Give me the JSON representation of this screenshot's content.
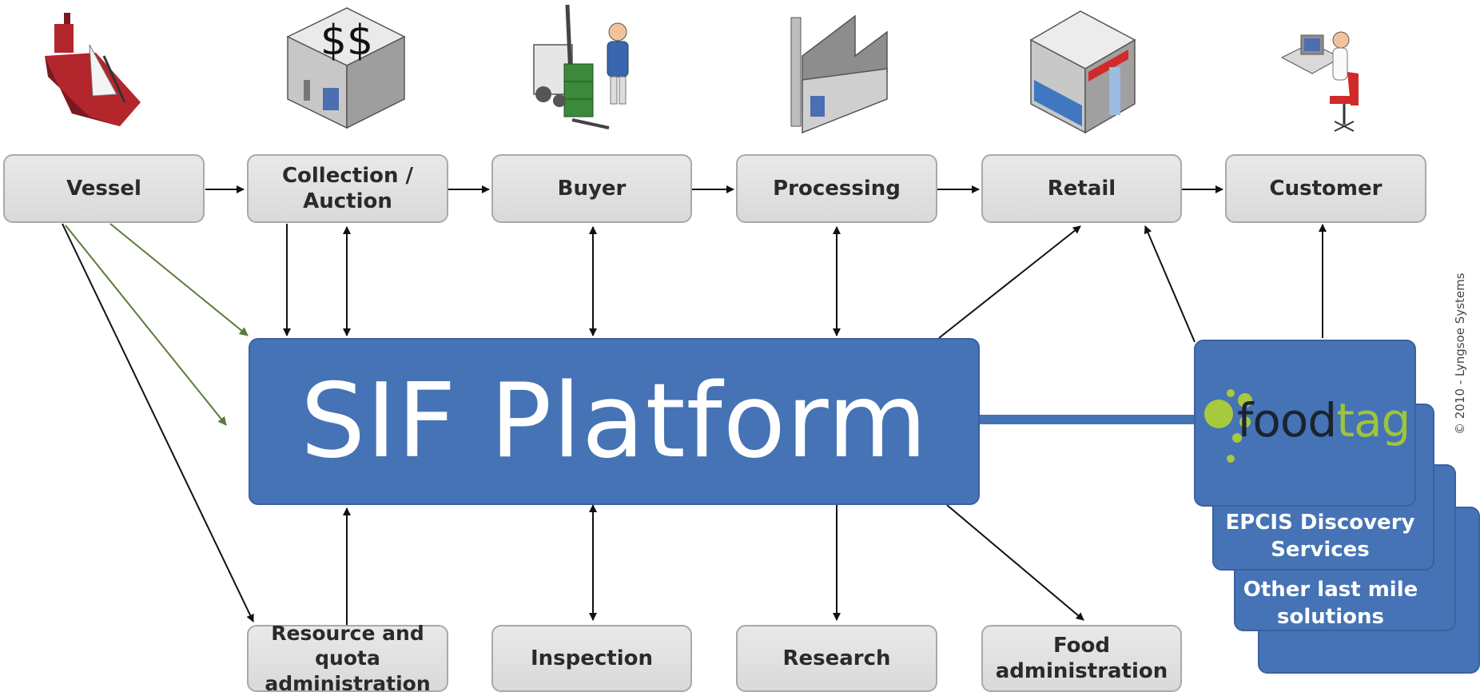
{
  "top_nodes": [
    "Vessel",
    "Collection / Auction",
    "Buyer",
    "Processing",
    "Retail",
    "Customer"
  ],
  "bottom_nodes": {
    "resource": [
      "Resource and quota",
      "administration"
    ],
    "inspection": "Inspection",
    "research": "Research",
    "food_admin": "Food administration"
  },
  "platform": {
    "title": "SIF Platform"
  },
  "foodtag": {
    "word_food": "food",
    "word_tag": "tag",
    "epcis_lines": [
      "EPCIS Discovery",
      "Services"
    ],
    "other_lines": [
      "Other last mile",
      "solutions"
    ]
  },
  "copyright": "© 2010 - Lyngsoe Systems",
  "icons": {
    "vessel": "ship-icon",
    "collection": "dollar-building-icon",
    "buyer": "forklift-worker-icon",
    "processing": "factory-icon",
    "retail": "store-icon",
    "customer": "computer-user-icon"
  },
  "colors": {
    "platform_blue": "#4573b5",
    "foodtag_green": "#9fc43a",
    "vessel_red": "#b3262b",
    "green_arrow": "#5a7a3a"
  }
}
